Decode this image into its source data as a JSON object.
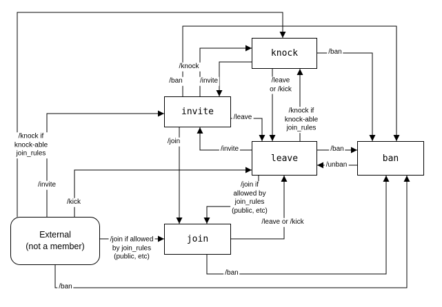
{
  "colors": {
    "stroke": "#000000",
    "background": "#ffffff",
    "text": "#000000"
  },
  "diagram": {
    "nodes": [
      {
        "id": "knock",
        "label": "knock"
      },
      {
        "id": "invite",
        "label": "invite"
      },
      {
        "id": "leave",
        "label": "leave"
      },
      {
        "id": "ban",
        "label": "ban"
      },
      {
        "id": "join",
        "label": "join"
      },
      {
        "id": "external",
        "label": "External\n(not a member)"
      }
    ],
    "edges": [
      {
        "from": "external",
        "to": "knock",
        "label": "/knock if\nknock-able\njoin_rules"
      },
      {
        "from": "external",
        "to": "invite",
        "label": "/invite"
      },
      {
        "from": "external",
        "to": "leave",
        "label": "/kick"
      },
      {
        "from": "external",
        "to": "join",
        "label": "/join if allowed\nby join_rules\n(public, etc)"
      },
      {
        "from": "external",
        "to": "ban",
        "label": "/ban"
      },
      {
        "from": "invite",
        "to": "knock",
        "label": "/knock"
      },
      {
        "from": "knock",
        "to": "invite",
        "label": "/invite"
      },
      {
        "from": "invite",
        "to": "ban",
        "label": "/ban"
      },
      {
        "from": "knock",
        "to": "ban",
        "label": "/ban"
      },
      {
        "from": "knock",
        "to": "leave",
        "label": "/leave\nor /kick"
      },
      {
        "from": "leave",
        "to": "knock",
        "label": "/knock if\nknock-able\njoin_rules"
      },
      {
        "from": "invite",
        "to": "leave",
        "label": "/leave"
      },
      {
        "from": "leave",
        "to": "invite",
        "label": "/invite"
      },
      {
        "from": "invite",
        "to": "join",
        "label": "/join"
      },
      {
        "from": "leave",
        "to": "join",
        "label": "/join if\nallowed by\njoin_rules\n(public, etc)"
      },
      {
        "from": "join",
        "to": "leave",
        "label": "/leave or /kick"
      },
      {
        "from": "leave",
        "to": "ban",
        "label": "/ban"
      },
      {
        "from": "ban",
        "to": "leave",
        "label": "/unban"
      },
      {
        "from": "join",
        "to": "ban",
        "label": "/ban"
      }
    ]
  }
}
